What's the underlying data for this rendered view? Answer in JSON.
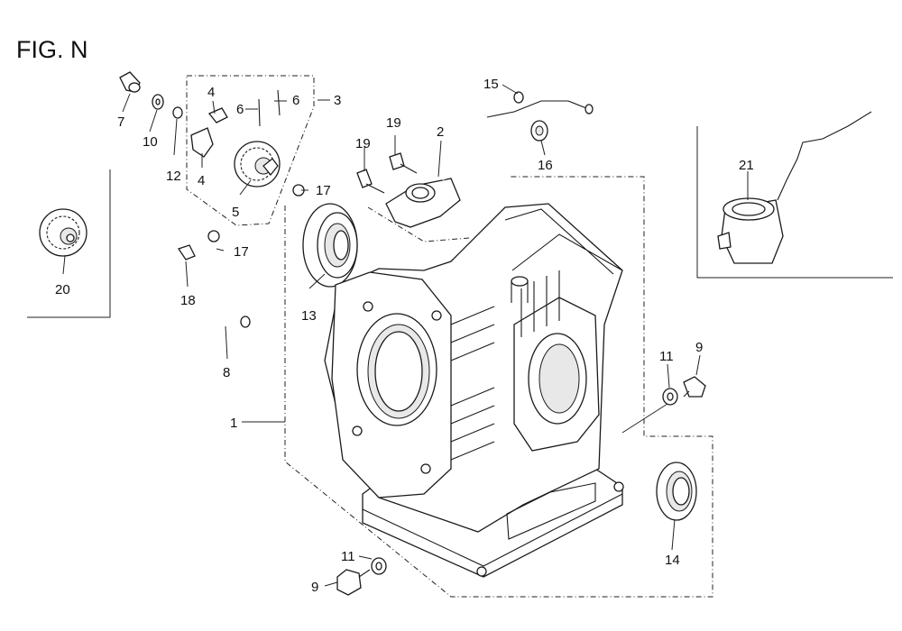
{
  "figure": {
    "title": "FIG. N",
    "callouts": {
      "c1": "1",
      "c2": "2",
      "c3": "3",
      "c4a": "4",
      "c4b": "4",
      "c5": "5",
      "c6a": "6",
      "c6b": "6",
      "c7": "7",
      "c8": "8",
      "c9a": "9",
      "c9b": "9",
      "c10": "10",
      "c11a": "11",
      "c11b": "11",
      "c12": "12",
      "c13": "13",
      "c14": "14",
      "c15": "15",
      "c16": "16",
      "c17a": "17",
      "c17b": "17",
      "c18": "18",
      "c19a": "19",
      "c19b": "19",
      "c20": "20",
      "c21": "21"
    }
  }
}
